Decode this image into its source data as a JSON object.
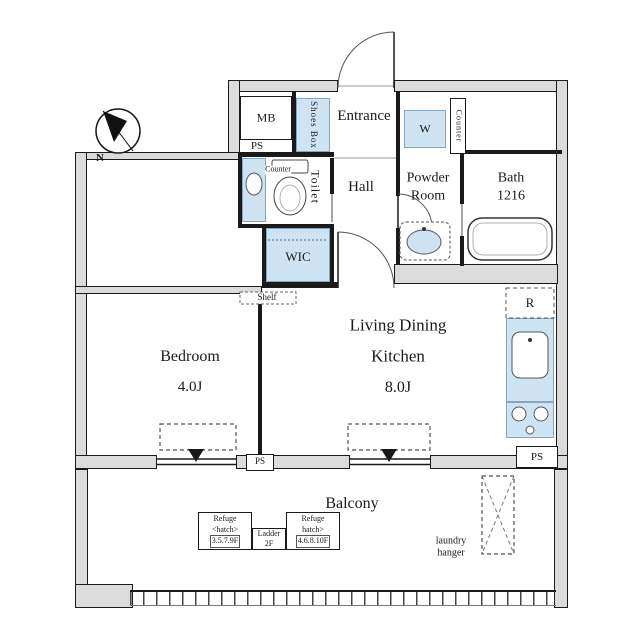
{
  "colors": {
    "wall_fill": "#dbdbdb",
    "outline": "#1a1a1a",
    "fixture_fill": "#cfe4f3"
  },
  "compass": {
    "north": "N"
  },
  "service": {
    "mb": "MB",
    "ps_top": "PS",
    "shoes_box": "Shoes Box",
    "entrance": "Entrance",
    "washer": "W",
    "counter_entry": "Counter",
    "counter_toilet": "Counter",
    "toilet": "Toilet",
    "hall": "Hall",
    "powder_l1": "Powder",
    "powder_l2": "Room",
    "bath_l1": "Bath",
    "bath_l2": "1216",
    "wic": "WIC",
    "shelf": "Shelf"
  },
  "living": {
    "ldk_l1": "Living Dining",
    "ldk_l2": "Kitchen",
    "ldk_size": "8.0J",
    "bedroom": "Bedroom",
    "bedroom_size": "4.0J",
    "fridge": "R",
    "ps_center": "PS",
    "ps_right": "PS"
  },
  "balcony": {
    "title": "Balcony",
    "refuge_a": {
      "l1": "Refuge",
      "l2": "<hatch>",
      "l3": "3.5.7.9F"
    },
    "ladder": {
      "l1": "Ladder",
      "l2": "2F"
    },
    "refuge_b": {
      "l1": "Refuge",
      "l2": "hatch>",
      "l3": "4.6.8.10F"
    },
    "laundry_l1": "laundry",
    "laundry_l2": "hanger"
  }
}
